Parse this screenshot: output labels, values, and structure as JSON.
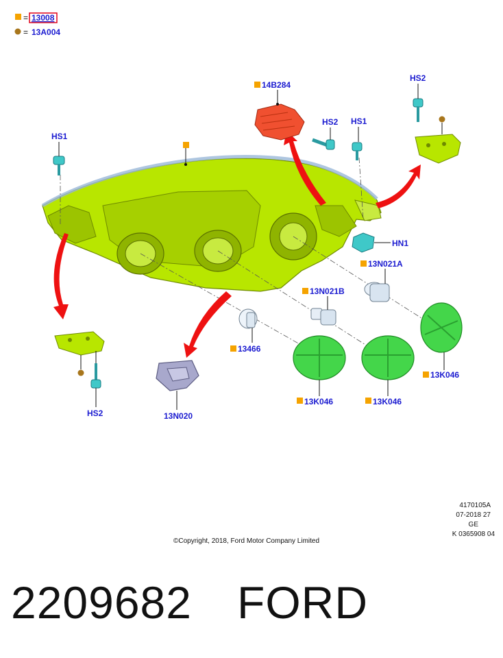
{
  "legend": {
    "equals": "=",
    "square_code": "13008",
    "dot_code": "13A004",
    "square_color": "#f5a300",
    "dot_color": "#a8761c",
    "highlight_color": "#e0001a"
  },
  "callouts": {
    "hs1_left": "HS1",
    "hs1_right": "HS1",
    "hs2_top": "HS2",
    "hs2_mid": "HS2",
    "hs2_bottom": "HS2",
    "p14b284": "14B284",
    "hn1": "HN1",
    "p13n021a": "13N021A",
    "p13n021b": "13N021B",
    "p13466": "13466",
    "p13n020": "13N020",
    "p13k046_a": "13K046",
    "p13k046_b": "13K046",
    "p13k046_c": "13K046"
  },
  "footer": {
    "copyright": "©Copyright, 2018, Ford Motor Company Limited",
    "ref1": "4170105A",
    "ref2": "07-2018 27",
    "ref3": "GE",
    "ref4": "K 0365908 04"
  },
  "caption": {
    "part_number": "2209682",
    "brand": "FORD"
  },
  "colors": {
    "label": "#1a1ad0",
    "housing": "#b8e600",
    "cover": "#44d64a",
    "motor": "#f05030",
    "arrow": "#ee1111",
    "screw": "#3fc8c8"
  }
}
